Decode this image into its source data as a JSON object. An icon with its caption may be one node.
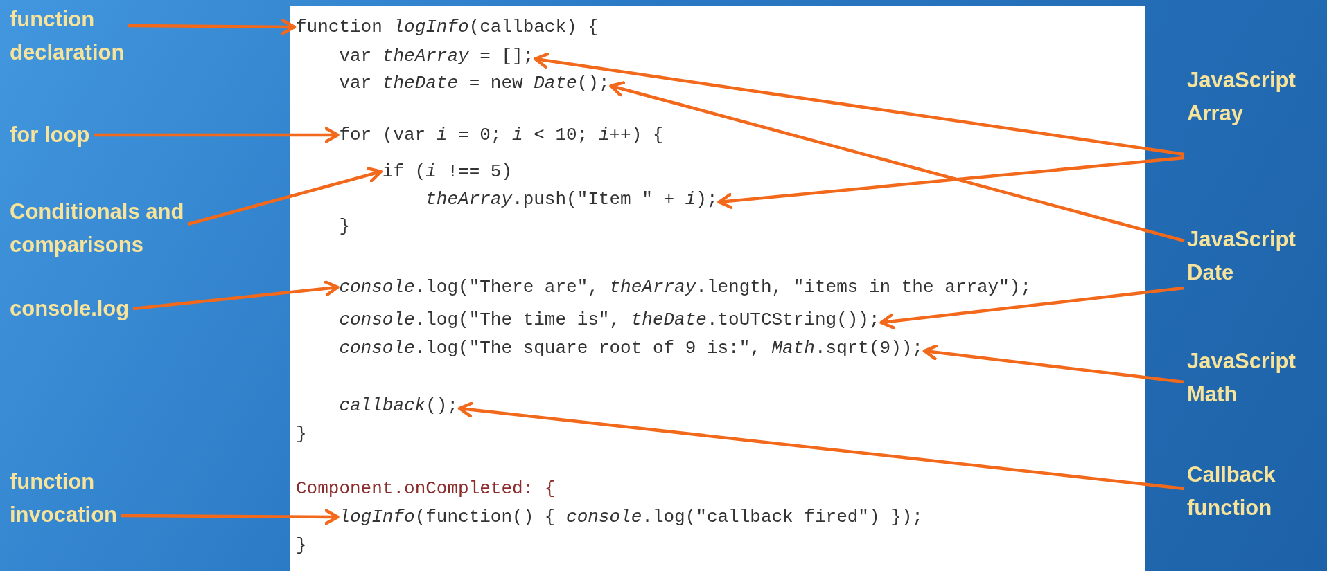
{
  "diagram": {
    "nodes": [
      {
        "text": [
          "function declaration"
        ]
      },
      {
        "text": [
          "for loop"
        ]
      },
      {
        "text": [
          "Conditionals and comparisons"
        ]
      },
      {
        "text": [
          "console.log"
        ]
      },
      {
        "text": [
          "function invocation"
        ]
      },
      {
        "text": [
          "JavaScript Array"
        ]
      },
      {
        "text": [
          "JavaScript Date"
        ]
      },
      {
        "text": [
          "JavaScript Math"
        ]
      },
      {
        "text": [
          "Callback function"
        ]
      },
      {
        "text": [],
        "shape": "box"
      },
      {
        "text": [
          "function *logInfo*(callback) {"
        ],
        "in": 9
      },
      {
        "text": [
          "var *theArray* = [];"
        ],
        "in": 9
      },
      {
        "text": [
          "var *theDate* = new *Date*();"
        ],
        "in": 9
      },
      {
        "text": [
          "for (var *i* = 0; *i* < 10; *i*++) {"
        ],
        "in": 9
      },
      {
        "text": [
          "if (*i* !== 5)"
        ],
        "in": 9
      },
      {
        "text": [
          "*theArray*.push(\"Item \" + *i*);"
        ],
        "in": 9
      },
      {
        "text": [
          "}"
        ],
        "in": 9
      },
      {
        "text": [
          "*console*.log(\"There are\", *theArray*.length, \"items in the array\");"
        ],
        "in": 9
      },
      {
        "text": [
          "*console*.log(\"The time is\", *theDate*.toUTCString());"
        ],
        "in": 9
      },
      {
        "text": [
          "*console*.log(\"The square root of 9 is:\", *Math*.sqrt(9));"
        ],
        "in": 9
      },
      {
        "text": [
          "*callback*();"
        ],
        "in": 9
      },
      {
        "text": [
          "}"
        ],
        "in": 9
      },
      {
        "text": [
          "Component.onCompleted: {"
        ],
        "in": 9
      },
      {
        "text": [
          "*logInfo*(function() { *console*.log(\"callback fired\") });"
        ],
        "in": 9
      },
      {
        "text": [
          "}"
        ],
        "in": 9
      }
    ],
    "edges": [
      {
        "from": 0,
        "to": 10,
        "arrow": "to"
      },
      {
        "from": 1,
        "to": 13,
        "arrow": "to"
      },
      {
        "from": 2,
        "to": 14,
        "arrow": "to"
      },
      {
        "from": 3,
        "to": 17,
        "arrow": "to"
      },
      {
        "from": 4,
        "to": 23,
        "arrow": "to"
      },
      {
        "from": 5,
        "to": 11,
        "arrow": "to"
      },
      {
        "from": 5,
        "to": 15,
        "arrow": "to"
      },
      {
        "from": 6,
        "to": 12,
        "arrow": "to"
      },
      {
        "from": 6,
        "to": 18,
        "arrow": "to"
      },
      {
        "from": 7,
        "to": 19,
        "arrow": "to"
      },
      {
        "from": 8,
        "to": 20,
        "arrow": "to"
      }
    ]
  }
}
